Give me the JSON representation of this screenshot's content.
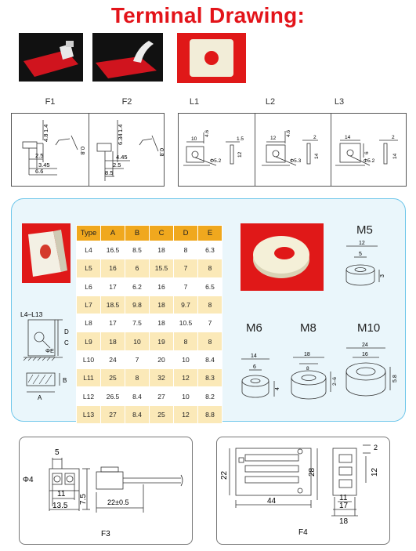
{
  "title": "Terminal Drawing:",
  "top_labels": {
    "f1": "F1",
    "f2": "F2",
    "l1": "L1",
    "l2": "L2",
    "l3": "L3"
  },
  "f1_dims": {
    "d1": "1.4",
    "d2": "4.8",
    "d3": "0.8",
    "d4": "2.5",
    "d5": "3.45",
    "d6": "6.6"
  },
  "f2_dims": {
    "d1": "1.4",
    "d2": "6.34",
    "d3": "0.8",
    "d4": "4.45",
    "d5": "2.5",
    "d6": "8.5"
  },
  "l1_dims": {
    "d1": "10",
    "d2": "4.6",
    "d3": "1.5",
    "d4": "Φ5.2",
    "d5": "12"
  },
  "l2_dims": {
    "d1": "12",
    "d2": "4.6",
    "d3": "2",
    "d4": "Φ5.3",
    "d5": "14"
  },
  "l3_dims": {
    "d1": "14",
    "d2": "6",
    "d3": "2",
    "d4": "Φ5.2",
    "d5": "14"
  },
  "table": {
    "headers": [
      "Type",
      "A",
      "B",
      "C",
      "D",
      "E"
    ],
    "rows": [
      [
        "L4",
        "16.5",
        "8.5",
        "18",
        "8",
        "6.3"
      ],
      [
        "L5",
        "16",
        "6",
        "15.5",
        "7",
        "8"
      ],
      [
        "L6",
        "17",
        "6.2",
        "16",
        "7",
        "6.5"
      ],
      [
        "L7",
        "18.5",
        "9.8",
        "18",
        "9.7",
        "8"
      ],
      [
        "L8",
        "17",
        "7.5",
        "18",
        "10.5",
        "7"
      ],
      [
        "L9",
        "18",
        "10",
        "19",
        "8",
        "8"
      ],
      [
        "L10",
        "24",
        "7",
        "20",
        "10",
        "8.4"
      ],
      [
        "L11",
        "25",
        "8",
        "32",
        "12",
        "8.3"
      ],
      [
        "L12",
        "26.5",
        "8.4",
        "27",
        "10",
        "8.2"
      ],
      [
        "L13",
        "27",
        "8.4",
        "25",
        "12",
        "8.8"
      ]
    ]
  },
  "l_diagram": {
    "label": "L4–L13",
    "d": "D",
    "c": "C",
    "phi_e": "ΦE",
    "a": "A",
    "b": "B"
  },
  "m_labels": {
    "m5": "M5",
    "m6": "M6",
    "m8": "M8",
    "m10": "M10"
  },
  "m5_dims": {
    "outer": "12",
    "inner": "5",
    "height": "3"
  },
  "m6_dims": {
    "outer": "14",
    "inner": "6",
    "height": "4"
  },
  "m8_dims": {
    "outer": "18",
    "inner": "8",
    "height": "2–6"
  },
  "m10_dims": {
    "outer": "24",
    "inner": "16",
    "height": "5.8"
  },
  "f3": {
    "label": "F3",
    "d_top": "5",
    "d_phi": "Φ4",
    "d_11": "11",
    "d_135": "13.5",
    "d_75": "7.5",
    "d_wire": "22±0.5"
  },
  "f4": {
    "label": "F4",
    "d_22": "22",
    "d_28": "28",
    "d_44": "44",
    "d_2": "2",
    "d_12": "12",
    "d_11": "11",
    "d_17": "17",
    "d_18": "18"
  }
}
